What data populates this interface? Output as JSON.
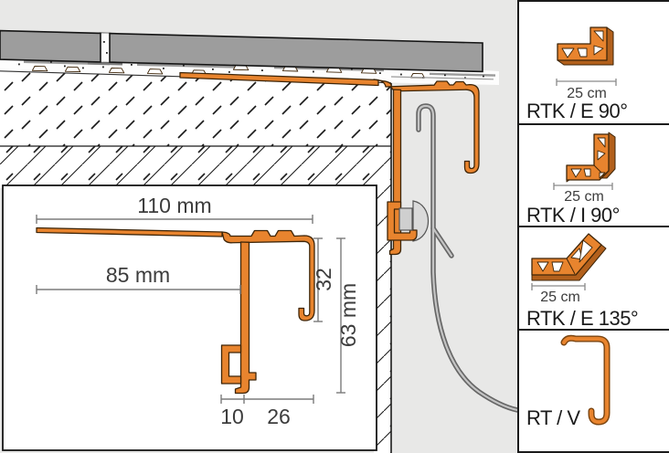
{
  "palette": {
    "profile_orange": "#E8842E",
    "profile_orange_dark": "#B2601C",
    "tile_gray": "#9D9D9D",
    "gutter_gray": "#6E6E6E",
    "background_gray": "#E8E8E7"
  },
  "main_drawing": {
    "description": "cross-section of balcony edge profile with tiles, screed, drip gutter",
    "inset_dimensions": {
      "top_width": "110 mm",
      "flange_width": "85 mm",
      "outer_leg_height": "32",
      "total_height": "63 mm",
      "clamp_width": "10",
      "leg_offset": "26"
    }
  },
  "sidebar": {
    "panels": [
      {
        "id": "rtk-e-90",
        "label": "RTK / E 90°",
        "dimension": "25 cm"
      },
      {
        "id": "rtk-i-90",
        "label": "RTK / I 90°",
        "dimension": "25 cm"
      },
      {
        "id": "rtk-e-135",
        "label": "RTK / E 135°",
        "dimension": "25 cm"
      },
      {
        "id": "rt-v",
        "label": "RT / V"
      }
    ]
  }
}
